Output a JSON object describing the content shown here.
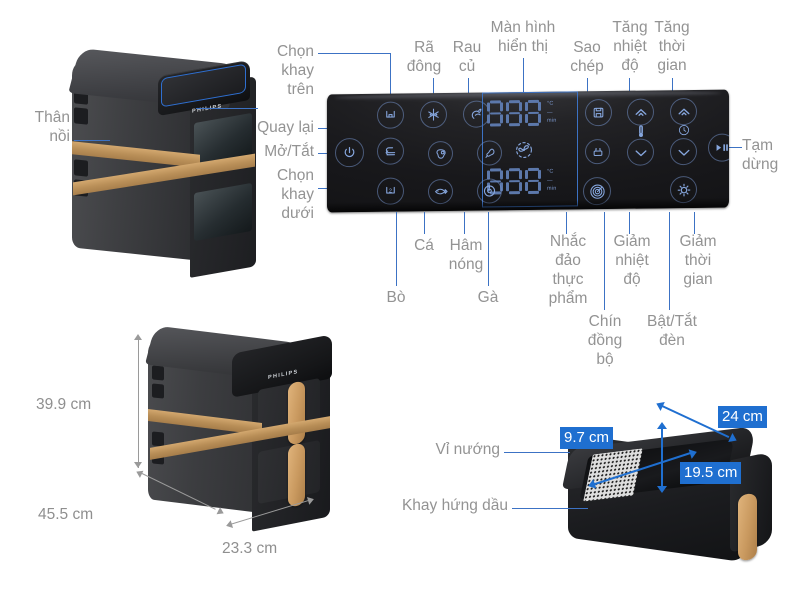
{
  "doc": {
    "title": "Philips dual-basket air fryer annotated diagram",
    "accent_blue": "#1f6fd0",
    "leader_blue": "#3c72c4",
    "label_grey": "#939393",
    "gold_band": "#c9995f"
  },
  "product_top": {
    "brand": "PHILIPS",
    "callouts": {
      "body": "Thân\nnồi",
      "select_top_tray": "Chọn\nkhay\ntrên",
      "back": "Quay lại",
      "on_off": "Mở/Tắt",
      "select_bottom_tray": "Chọn\nkhay\ndưới"
    }
  },
  "control_panel": {
    "labels_top": [
      {
        "id": "select-top-tray",
        "text": "Chọn\nkhay\ntrên"
      },
      {
        "id": "defrost",
        "text": "Rã\nđông"
      },
      {
        "id": "vegetables",
        "text": "Rau\ncủ"
      },
      {
        "id": "display",
        "text": "Màn hình\nhiển thị"
      },
      {
        "id": "copy-preset",
        "text": "Sao\nchép"
      },
      {
        "id": "temp-up",
        "text": "Tăng\nnhiệt\nđộ"
      },
      {
        "id": "time-up",
        "text": "Tăng\nthời\ngian"
      }
    ],
    "labels_left": [
      {
        "id": "back",
        "text": "Quay lại"
      },
      {
        "id": "on-off",
        "text": "Mở/Tắt"
      },
      {
        "id": "select-bottom-tray",
        "text": "Chọn\nkhay\ndưới"
      }
    ],
    "labels_right": [
      {
        "id": "pause",
        "text": "Tạm\ndừng"
      }
    ],
    "labels_bottom": [
      {
        "id": "beef",
        "text": "Bò"
      },
      {
        "id": "fish",
        "text": "Cá"
      },
      {
        "id": "reheat",
        "text": "Hâm\nnóng"
      },
      {
        "id": "chicken",
        "text": "Gà"
      },
      {
        "id": "shake-reminder",
        "text": "Nhắc\nđảo\nthực\nphẩm"
      },
      {
        "id": "sync-finish",
        "text": "Chín\nđồng\nbộ"
      },
      {
        "id": "temp-down",
        "text": "Giảm\nnhiệt\nđộ"
      },
      {
        "id": "light-toggle",
        "text": "Bật/Tắt\nđèn"
      },
      {
        "id": "time-down",
        "text": "Giảm\nthời\ngian"
      }
    ],
    "display": {
      "top_readout": "888",
      "bottom_readout": "888",
      "units": [
        "°C",
        "min"
      ]
    },
    "icons": [
      "top-tray-icon",
      "defrost-snowflake-icon",
      "vegetables-icon",
      "copy-preset-icon",
      "chevron-up-icon",
      "chevron-up-icon",
      "power-icon",
      "back-arrow-icon",
      "beef-icon",
      "chicken-leg-icon",
      "shake-food-icon",
      "chevron-down-icon",
      "chevron-down-icon",
      "play-pause-icon",
      "bottom-tray-icon",
      "fish-icon",
      "reheat-icon",
      "sync-finish-icon",
      "light-bulb-icon",
      "thermometer-icon",
      "clock-icon",
      "fan-icon"
    ]
  },
  "dimensions_unit": {
    "height": "39.9 cm",
    "depth": "45.5 cm",
    "width": "23.3 cm"
  },
  "basket": {
    "callouts": {
      "grill_rack": "Vỉ nướng",
      "oil_tray": "Khay hứng dầu"
    },
    "dimensions": {
      "depth_side": "24 cm",
      "height": "9.7 cm",
      "width": "19.5 cm"
    }
  }
}
